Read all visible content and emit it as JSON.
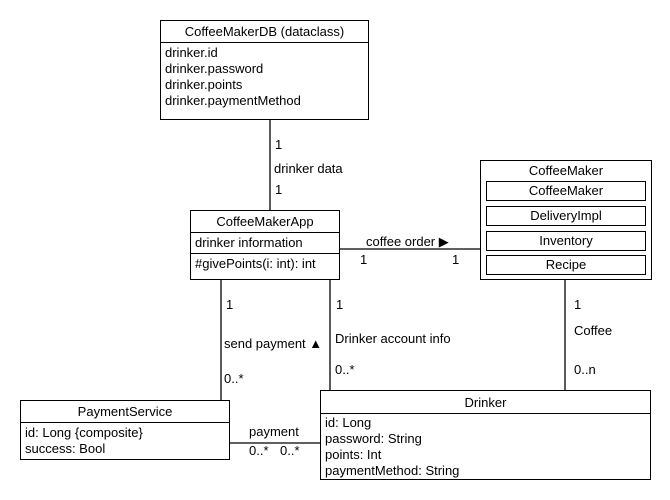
{
  "classes": {
    "db": {
      "name": "CoffeeMakerDB (dataclass)",
      "attrs": [
        "drinker.id",
        "drinker.password",
        "drinker.points",
        "drinker.paymentMethod"
      ]
    },
    "app": {
      "name": "CoffeeMakerApp",
      "attrs": [
        "drinker information"
      ],
      "ops": [
        "#givePoints(i: int): int"
      ]
    },
    "maker": {
      "name": "CoffeeMaker",
      "parts": [
        "CoffeeMaker",
        "DeliveryImpl",
        "Inventory",
        "Recipe"
      ]
    },
    "payment": {
      "name": "PaymentService",
      "attrs": [
        "id: Long {composite}",
        "success: Bool"
      ]
    },
    "drinker": {
      "name": "Drinker",
      "attrs": [
        "id: Long",
        "password: String",
        "points: Int",
        "paymentMethod: String"
      ]
    }
  },
  "associations": {
    "db_app": {
      "label": "drinker data",
      "top_mult": "1",
      "bottom_mult": "1"
    },
    "app_maker": {
      "label": "coffee order",
      "arrow": "▶",
      "left_mult": "1",
      "right_mult": "1"
    },
    "app_payment": {
      "label": "send payment",
      "arrow": "▲",
      "top_mult": "1",
      "bottom_mult": "0..*"
    },
    "app_drinker": {
      "label": "Drinker account info",
      "top_mult": "1",
      "bottom_mult": "0..*"
    },
    "maker_drinker": {
      "label": "Coffee",
      "top_mult": "1",
      "bottom_mult": "0..n"
    },
    "payment_drinker": {
      "label": "payment",
      "left_mult": "0..*",
      "right_mult": "0..*"
    }
  }
}
